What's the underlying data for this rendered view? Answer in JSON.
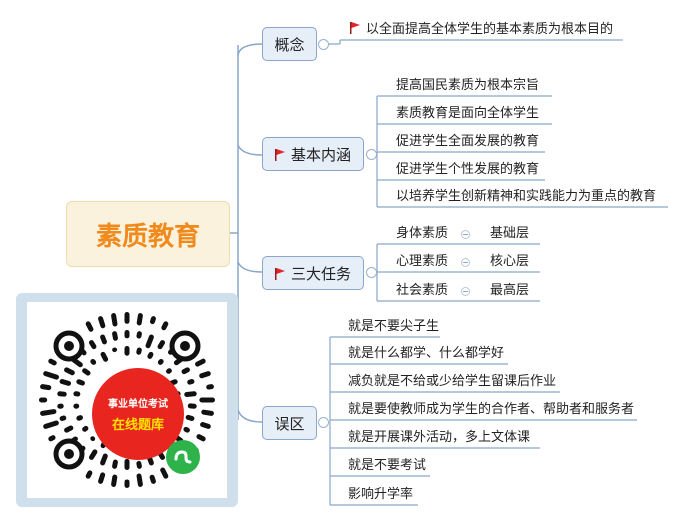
{
  "root": {
    "title": "素质教育"
  },
  "branches": [
    {
      "id": "concept",
      "label": "概念",
      "flag": false,
      "leaves": [
        {
          "text": "以全面提高全体学生的基本素质为根本目的",
          "flag": true
        }
      ]
    },
    {
      "id": "connotation",
      "label": "基本内涵",
      "flag": true,
      "leaves": [
        {
          "text": "提高国民素质为根本宗旨"
        },
        {
          "text": "素质教育是面向全体学生"
        },
        {
          "text": "促进学生全面发展的教育"
        },
        {
          "text": "促进学生个性发展的教育"
        },
        {
          "text": "以培养学生创新精神和实践能力为重点的教育"
        }
      ]
    },
    {
      "id": "tasks",
      "label": "三大任务",
      "flag": true,
      "rows": [
        {
          "left": "身体素质",
          "right": "基础层"
        },
        {
          "left": "心理素质",
          "right": "核心层"
        },
        {
          "left": "社会素质",
          "right": "最高层"
        }
      ]
    },
    {
      "id": "misconceptions",
      "label": "误区",
      "flag": false,
      "leaves": [
        {
          "text": "就是不要尖子生"
        },
        {
          "text": "就是什么都学、什么都学好"
        },
        {
          "text": "减负就是不给或少给学生留课后作业"
        },
        {
          "text": "就是要使教师成为学生的合作者、帮助者和服务者"
        },
        {
          "text": "就是开展课外活动，多上文体课"
        },
        {
          "text": "就是不要考试"
        },
        {
          "text": "影响升学率"
        }
      ]
    }
  ],
  "qr": {
    "badge_line1": "事业单位考试",
    "badge_line2": "在线题库",
    "logo_icon": "mini-program-icon"
  },
  "colors": {
    "line": "#8aa6c8",
    "flag": "#e0252b",
    "root_text": "#f08a1c"
  }
}
